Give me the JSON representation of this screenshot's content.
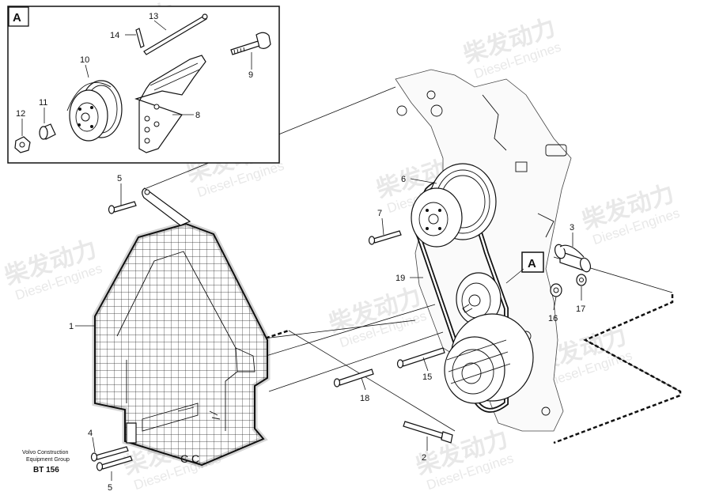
{
  "detail_box": {
    "tag": "A"
  },
  "callout_tag": "A",
  "labels": {
    "l1": "1",
    "l2": "2",
    "l3": "3",
    "l4": "4",
    "l5a": "5",
    "l5b": "5",
    "l6": "6",
    "l7": "7",
    "l8": "8",
    "l9": "9",
    "l10": "10",
    "l11": "11",
    "l12": "12",
    "l13": "13",
    "l14": "14",
    "l15": "15",
    "l16": "16",
    "l17": "17",
    "l18": "18",
    "l19": "19"
  },
  "footer": {
    "line1": "Volvo Construction",
    "line2": "Equipment Group",
    "code": "BT 156"
  },
  "watermark": {
    "brand_cn": "柴发动力",
    "brand_en": "Diesel-Engines"
  }
}
